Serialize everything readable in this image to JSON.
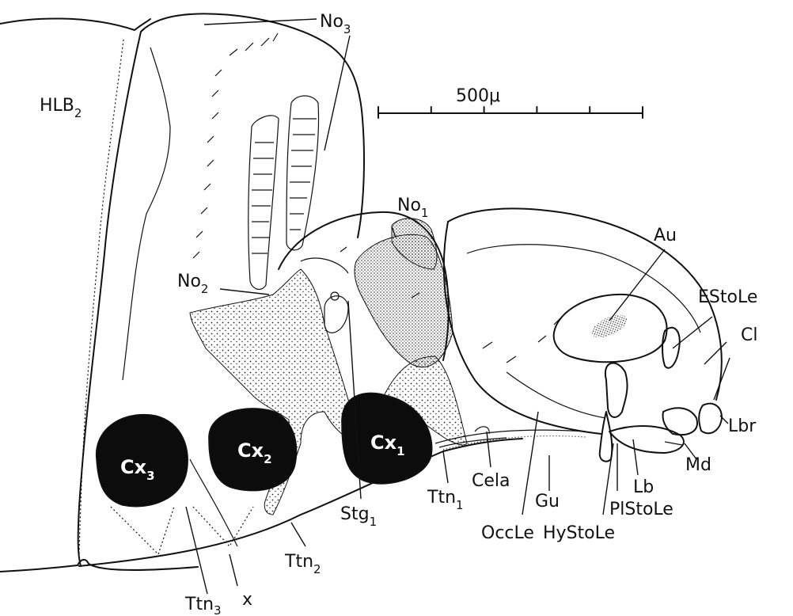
{
  "scale_bar": {
    "label": "500μ",
    "ticks": 6
  },
  "labels": {
    "hlb": {
      "base": "HLB",
      "sub": "2"
    },
    "no3": {
      "base": "No",
      "sub": "3"
    },
    "no1": {
      "base": "No",
      "sub": "1"
    },
    "no2": {
      "base": "No",
      "sub": "2"
    },
    "au": {
      "base": "Au"
    },
    "estole": {
      "base": "EStoLe"
    },
    "cl": {
      "base": "Cl"
    },
    "lbr": {
      "base": "Lbr"
    },
    "md": {
      "base": "Md"
    },
    "lb": {
      "base": "Lb"
    },
    "plstole": {
      "base": "PlStoLe"
    },
    "hystole": {
      "base": "HyStoLe"
    },
    "occle": {
      "base": "OccLe"
    },
    "gu": {
      "base": "Gu"
    },
    "cela": {
      "base": "Cela"
    },
    "ttn1": {
      "base": "Ttn",
      "sub": "1"
    },
    "stg1": {
      "base": "Stg",
      "sub": "1"
    },
    "ttn2": {
      "base": "Ttn",
      "sub": "2"
    },
    "ttn3": {
      "base": "Ttn",
      "sub": "3"
    },
    "x": {
      "base": "x"
    },
    "cx1": {
      "base": "Cx",
      "sub": "1"
    },
    "cx2": {
      "base": "Cx",
      "sub": "2"
    },
    "cx3": {
      "base": "Cx",
      "sub": "3"
    }
  }
}
